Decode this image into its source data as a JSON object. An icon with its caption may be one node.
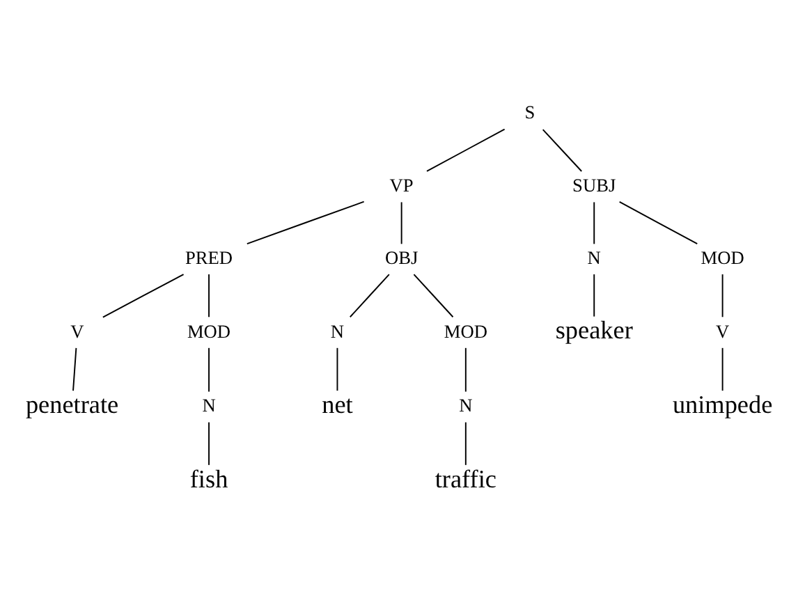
{
  "diagram": {
    "nodes": [
      {
        "text": [
          "S"
        ]
      },
      {
        "text": [
          "VP"
        ]
      },
      {
        "text": [
          "SUBJ"
        ]
      },
      {
        "text": [
          "PRED"
        ]
      },
      {
        "text": [
          "OBJ"
        ]
      },
      {
        "text": [
          "N"
        ]
      },
      {
        "text": [
          "MOD"
        ]
      },
      {
        "text": [
          "V"
        ]
      },
      {
        "text": [
          "MOD"
        ]
      },
      {
        "text": [
          "N"
        ]
      },
      {
        "text": [
          "MOD"
        ]
      },
      {
        "text": [
          "speaker"
        ]
      },
      {
        "text": [
          "V"
        ]
      },
      {
        "text": [
          "penetrate"
        ]
      },
      {
        "text": [
          "N"
        ]
      },
      {
        "text": [
          "net"
        ]
      },
      {
        "text": [
          "N"
        ]
      },
      {
        "text": [
          "unimpede"
        ]
      },
      {
        "text": [
          "fish"
        ]
      },
      {
        "text": [
          "traffic"
        ]
      }
    ],
    "edges": [
      {
        "from": 0,
        "to": 1,
        "arrow": "none"
      },
      {
        "from": 0,
        "to": 2,
        "arrow": "none"
      },
      {
        "from": 1,
        "to": 3,
        "arrow": "none"
      },
      {
        "from": 1,
        "to": 4,
        "arrow": "none"
      },
      {
        "from": 2,
        "to": 5,
        "arrow": "none"
      },
      {
        "from": 2,
        "to": 6,
        "arrow": "none"
      },
      {
        "from": 3,
        "to": 7,
        "arrow": "none"
      },
      {
        "from": 3,
        "to": 8,
        "arrow": "none"
      },
      {
        "from": 4,
        "to": 9,
        "arrow": "none"
      },
      {
        "from": 4,
        "to": 10,
        "arrow": "none"
      },
      {
        "from": 5,
        "to": 11,
        "arrow": "none"
      },
      {
        "from": 6,
        "to": 12,
        "arrow": "none"
      },
      {
        "from": 7,
        "to": 13,
        "arrow": "none"
      },
      {
        "from": 8,
        "to": 14,
        "arrow": "none"
      },
      {
        "from": 9,
        "to": 15,
        "arrow": "none"
      },
      {
        "from": 10,
        "to": 16,
        "arrow": "none"
      },
      {
        "from": 12,
        "to": 17,
        "arrow": "none"
      },
      {
        "from": 14,
        "to": 18,
        "arrow": "none"
      },
      {
        "from": 16,
        "to": 19,
        "arrow": "none"
      }
    ]
  }
}
